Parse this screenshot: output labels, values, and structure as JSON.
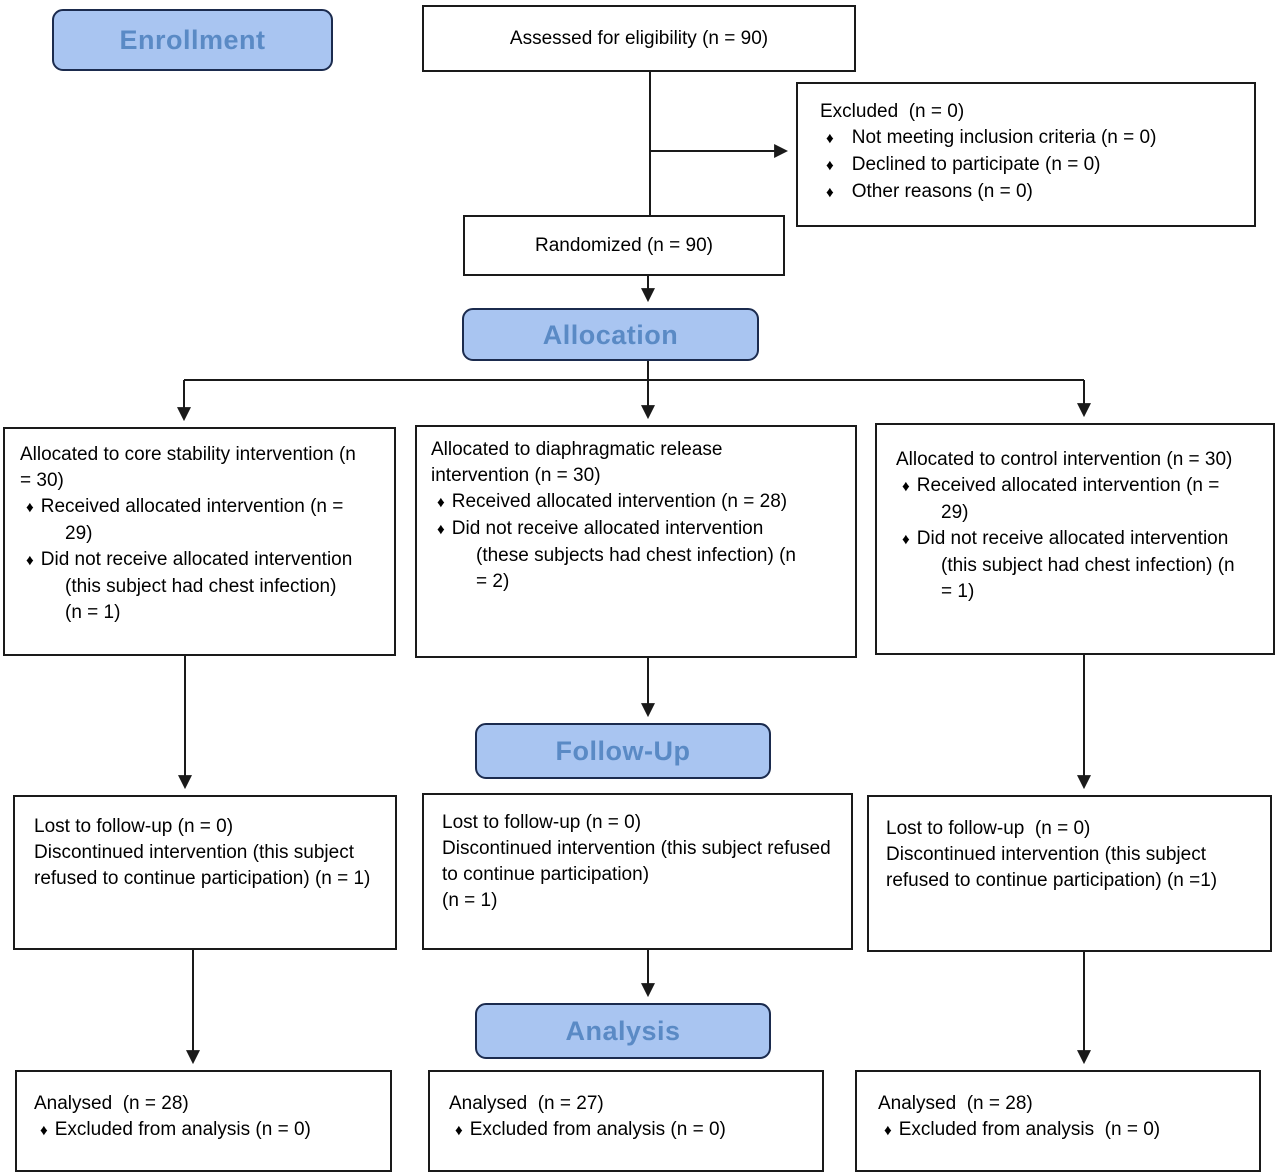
{
  "figure": {
    "bullet_glyph": "♦",
    "bands": {
      "enrollment": "Enrollment",
      "allocation": "Allocation",
      "followup": "Follow-Up",
      "analysis": "Analysis"
    },
    "assessed": {
      "text": "Assessed for eligibility (n = 90)"
    },
    "randomized": {
      "text": "Randomized (n = 90)"
    },
    "excluded": {
      "title": "Excluded  (n = 0)",
      "bullets": [
        "Not meeting inclusion criteria (n = 0)",
        "Declined to participate (n = 0)",
        "Other reasons (n = 0)"
      ]
    },
    "allocation_boxes": [
      {
        "title": "Allocated to core stability intervention (n = 30)",
        "bullets": [
          "Received allocated intervention (n = 29)",
          "Did not receive allocated intervention (this subject had chest infection) (n = 1)"
        ]
      },
      {
        "title": "Allocated to diaphragmatic release intervention (n = 30)",
        "bullets": [
          "Received allocated intervention (n = 28)",
          "Did not receive allocated intervention (these subjects had chest infection) (n = 2)"
        ]
      },
      {
        "title": "Allocated to control intervention (n = 30)",
        "bullets": [
          "Received allocated intervention (n = 29)",
          "Did not receive allocated intervention (this subject had chest infection) (n = 1)"
        ]
      }
    ],
    "followup_boxes": [
      {
        "lines": [
          "Lost to follow-up (n = 0)",
          "Discontinued intervention (this subject refused to continue participation) (n = 1)"
        ]
      },
      {
        "lines": [
          "Lost to follow-up (n = 0)",
          "Discontinued intervention (this subject refused to continue participation)",
          "(n = 1)"
        ]
      },
      {
        "lines": [
          "Lost to follow-up  (n = 0)",
          "Discontinued intervention (this subject refused to continue participation) (n =1)"
        ]
      }
    ],
    "analysis_boxes": [
      {
        "title": "Analysed  (n = 28)",
        "bullets": [
          "Excluded from analysis (n = 0)"
        ]
      },
      {
        "title": "Analysed  (n = 27)",
        "bullets": [
          "Excluded from analysis (n = 0)"
        ]
      },
      {
        "title": "Analysed  (n = 28)",
        "bullets": [
          "Excluded from analysis  (n = 0)"
        ]
      }
    ],
    "colors": {
      "band_fill": "#a9c5f1",
      "band_border": "#1b2b4e",
      "band_text": "#5a8ac5",
      "box_border": "#1a1a1a",
      "line": "#1a1a1a"
    }
  }
}
